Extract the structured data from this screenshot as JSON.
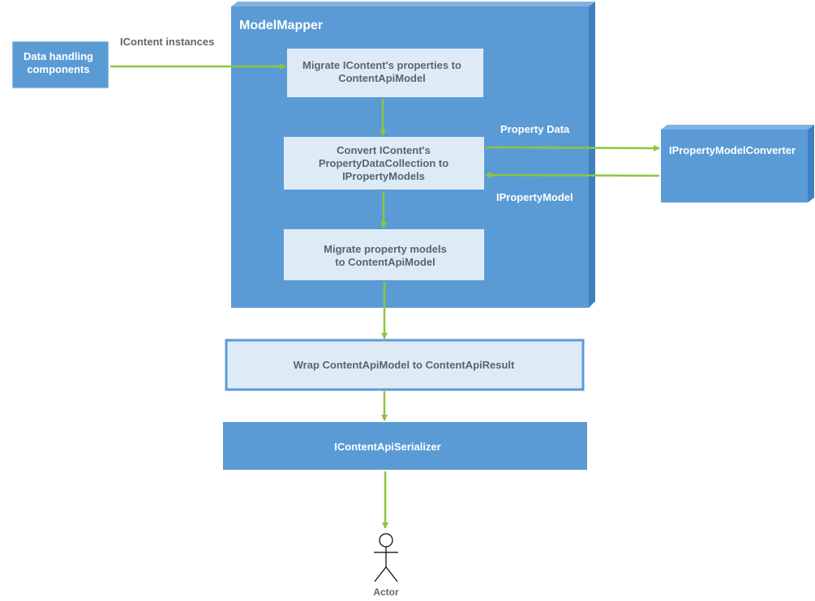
{
  "diagram": {
    "container": {
      "title": "ModelMapper"
    },
    "nodes": {
      "data_handling": {
        "lines": [
          "Data handling",
          "components"
        ]
      },
      "migrate_props": {
        "lines": [
          "Migrate IContent's properties to",
          "ContentApiModel"
        ]
      },
      "convert": {
        "lines": [
          "Convert IContent's",
          "PropertyDataCollection to",
          "IPropertyModels"
        ]
      },
      "migrate_models": {
        "lines": [
          "Migrate property models",
          "to ContentApiModel"
        ]
      },
      "converter": {
        "lines": [
          "IPropertyModelConverter"
        ]
      },
      "wrap": {
        "lines": [
          "Wrap ContentApiModel to ContentApiResult"
        ]
      },
      "serializer": {
        "lines": [
          "IContentApiSerializer"
        ]
      },
      "actor": {
        "label": "Actor"
      }
    },
    "edge_labels": {
      "icontent_instances": "IContent instances",
      "property_data": "Property Data",
      "iproperty_model": "IPropertyModel"
    }
  },
  "colors": {
    "container_fill": "#5b9bd5",
    "container_side": "#3f80c2",
    "node_fill": "#5b9bd5",
    "inner_fill": "#deebf7",
    "inner_text": "#5a6470",
    "node_text": "#ffffff",
    "edge": "#8cc63f",
    "label_text": "#666666"
  }
}
